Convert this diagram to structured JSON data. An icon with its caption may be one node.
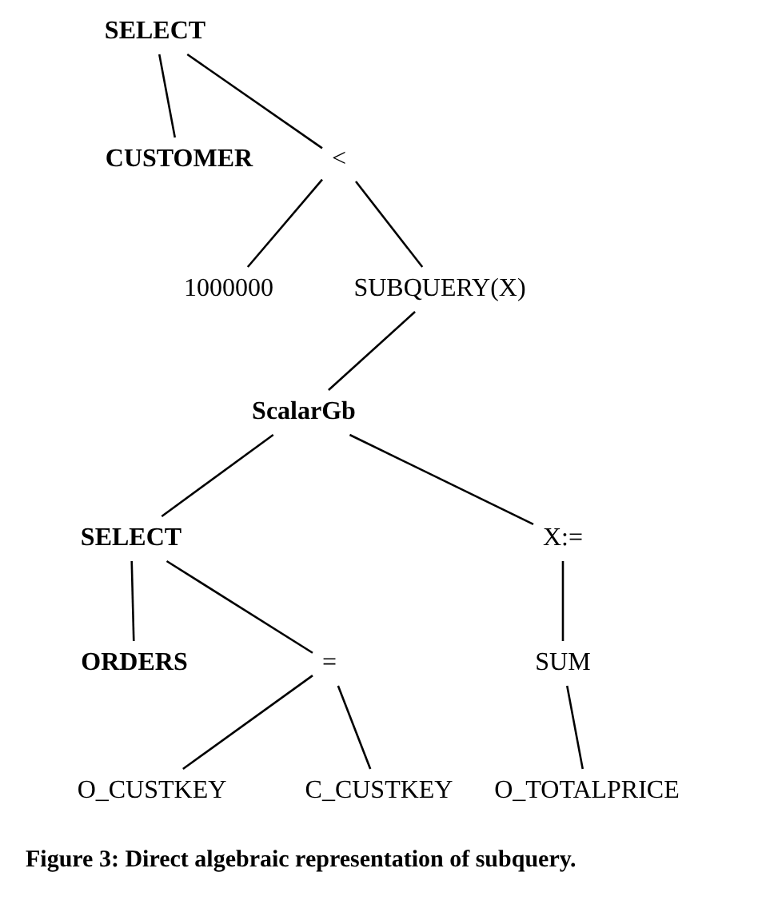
{
  "diagram": {
    "caption": "Figure 3: Direct algebraic representation of subquery.",
    "nodes": [
      {
        "text": [
          "SELECT"
        ]
      },
      {
        "text": [
          "CUSTOMER"
        ]
      },
      {
        "text": [
          "<"
        ]
      },
      {
        "text": [
          "1000000"
        ]
      },
      {
        "text": [
          "SUBQUERY(X)"
        ]
      },
      {
        "text": [
          "ScalarGb"
        ]
      },
      {
        "text": [
          "SELECT"
        ]
      },
      {
        "text": [
          "X:="
        ]
      },
      {
        "text": [
          "ORDERS"
        ]
      },
      {
        "text": [
          "="
        ]
      },
      {
        "text": [
          "SUM"
        ]
      },
      {
        "text": [
          "O_CUSTKEY"
        ]
      },
      {
        "text": [
          "C_CUSTKEY"
        ]
      },
      {
        "text": [
          "O_TOTALPRICE"
        ]
      }
    ],
    "edges": [
      {
        "from": 0,
        "to": 1,
        "arrow": "none"
      },
      {
        "from": 0,
        "to": 2,
        "arrow": "none"
      },
      {
        "from": 2,
        "to": 3,
        "arrow": "none"
      },
      {
        "from": 2,
        "to": 4,
        "arrow": "none"
      },
      {
        "from": 4,
        "to": 5,
        "arrow": "none"
      },
      {
        "from": 5,
        "to": 6,
        "arrow": "none"
      },
      {
        "from": 5,
        "to": 7,
        "arrow": "none"
      },
      {
        "from": 6,
        "to": 8,
        "arrow": "none"
      },
      {
        "from": 6,
        "to": 9,
        "arrow": "none"
      },
      {
        "from": 7,
        "to": 10,
        "arrow": "none"
      },
      {
        "from": 9,
        "to": 11,
        "arrow": "none"
      },
      {
        "from": 9,
        "to": 12,
        "arrow": "none"
      },
      {
        "from": 10,
        "to": 13,
        "arrow": "none"
      }
    ]
  }
}
